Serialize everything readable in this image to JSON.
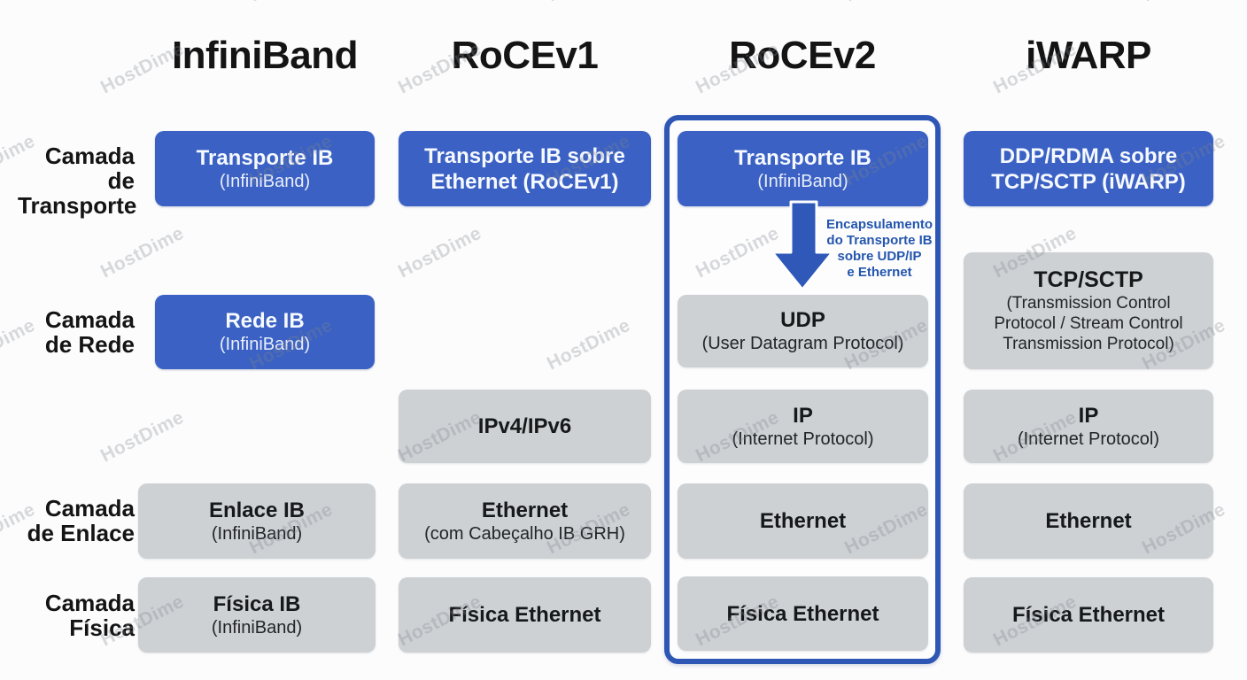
{
  "watermark": {
    "text": "HostDime"
  },
  "headers": [
    "InfiniBand",
    "RoCEv1",
    "RoCEv2",
    "iWARP"
  ],
  "row_labels": [
    {
      "line1": "Camada de",
      "line2": "Transporte"
    },
    {
      "line1": "Camada",
      "line2": "de Rede"
    },
    {
      "line1": "Camada",
      "line2": "de Enlace"
    },
    {
      "line1": "Camada",
      "line2": "Física"
    }
  ],
  "boxes": {
    "ib_transport": {
      "title": "Transporte IB",
      "subtitle": "(InfiniBand)"
    },
    "ib_network": {
      "title": "Rede IB",
      "subtitle": "(InfiniBand)"
    },
    "ib_link": {
      "title": "Enlace IB",
      "subtitle": "(InfiniBand)"
    },
    "ib_phys": {
      "title": "Física IB",
      "subtitle": "(InfiniBand)"
    },
    "rocev1_transport": {
      "title": "Transporte IB sobre",
      "title2": "Ethernet (RoCEv1)"
    },
    "rocev1_network": {
      "title": "IPv4/IPv6"
    },
    "rocev1_link": {
      "title": "Ethernet",
      "subtitle": "(com Cabeçalho IB GRH)"
    },
    "rocev1_phys": {
      "title": "Física Ethernet"
    },
    "rocev2_transport": {
      "title": "Transporte IB",
      "subtitle": "(InfiniBand)"
    },
    "rocev2_udp": {
      "title": "UDP",
      "subtitle": "(User Datagram Protocol)"
    },
    "rocev2_ip": {
      "title": "IP",
      "subtitle": "(Internet Protocol)"
    },
    "rocev2_eth": {
      "title": "Ethernet"
    },
    "rocev2_phys": {
      "title": "Física Ethernet"
    },
    "iwarp_transport": {
      "title": "DDP/RDMA sobre",
      "title2": "TCP/SCTP (iWARP)"
    },
    "iwarp_tcp": {
      "title": "TCP/SCTP",
      "sub_lines": [
        "(Transmission Control",
        "Protocol / Stream Control",
        "Transmission Protocol)"
      ]
    },
    "iwarp_ip": {
      "title": "IP",
      "subtitle": "(Internet Protocol)"
    },
    "iwarp_eth": {
      "title": "Ethernet"
    },
    "iwarp_phys": {
      "title": "Física Ethernet"
    }
  },
  "annotation": {
    "lines": [
      "Encapsulamento",
      "do Transporte IB",
      "sobre UDP/IP",
      "e Ethernet"
    ]
  },
  "colors": {
    "box_blue": "#3a61c3",
    "box_gray": "#cdd1d4",
    "outline_blue": "#2e57b5",
    "arrow_blue": "#2f58b9",
    "note_blue": "#2456ad"
  }
}
